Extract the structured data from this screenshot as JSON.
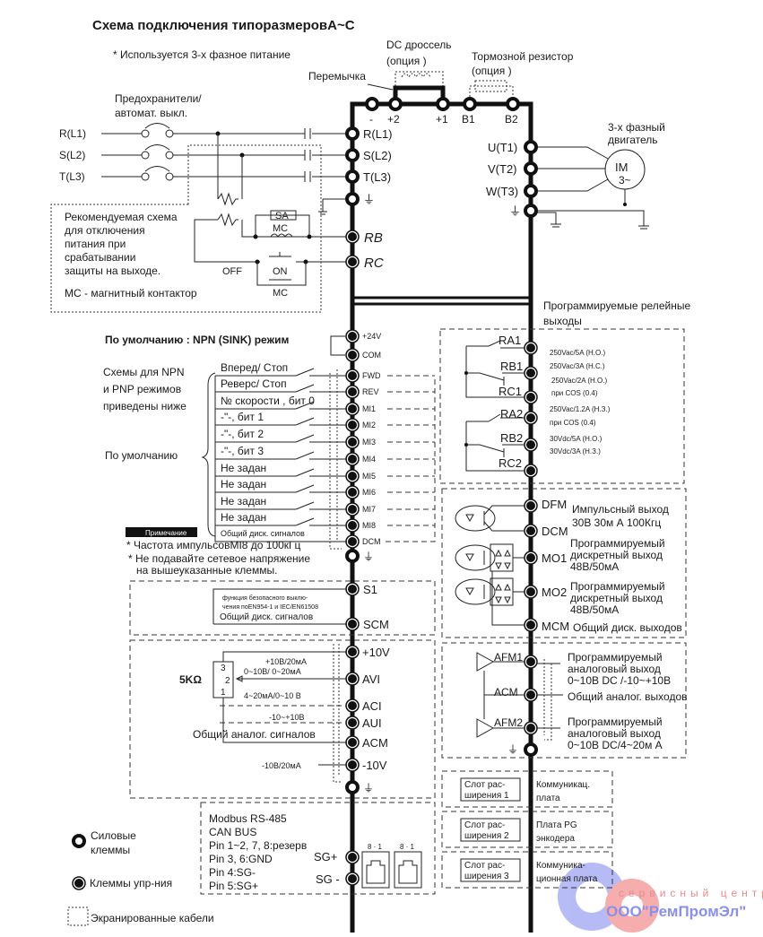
{
  "title": "Схема подключения типоразмеровA~C",
  "note_3phase": "* Используется 3-х фазное питание",
  "dc_choke": {
    "line1": "DC дроссель",
    "line2": "(опция )"
  },
  "brake_resistor": {
    "line1": "Тормозной резистор",
    "line2": "(опция )"
  },
  "jumper_label": "Перемычка",
  "fuse_label": {
    "line1": "Предохранители/",
    "line2": "автомат. выкл."
  },
  "supply_lines": [
    "R(L1)",
    "S(L2)",
    "T(L3)"
  ],
  "dc_terminals": [
    "-",
    "+2",
    "+1",
    "B1",
    "B2"
  ],
  "input_terminals": [
    "R(L1)",
    "S(L2)",
    "T(L3)",
    "⏚"
  ],
  "rb_rc": [
    "RB",
    "RC"
  ],
  "motor": {
    "label1": "3-х фазный",
    "label2": "двигатель",
    "im": "IM",
    "phase": "3~",
    "terminals": [
      "U(T1)",
      "V(T2)",
      "W(T3)",
      "⏚"
    ]
  },
  "protection_box": {
    "lines": [
      "Рекомендуемая схема",
      "для отключения",
      "питания при",
      "срабатывании",
      "защиты на выходе."
    ],
    "mc_note": "МС - магнитный контактор",
    "sa": "SA",
    "mc": "MC",
    "off": "OFF",
    "on": "ON",
    "mc2": "MC"
  },
  "npn_default": "По умолчанию : NPN (SINK) режим",
  "npn_pnp_note": [
    "Схемы для NPN",
    "и PNP режимов",
    "приведены ниже"
  ],
  "default_label": "По умолчанию",
  "power_24v": [
    "+24V",
    "COM"
  ],
  "digital_inputs": [
    {
      "terminal": "FWD",
      "function": "Вперед/ Стоп"
    },
    {
      "terminal": "REV",
      "function": "Реверс/ Стоп"
    },
    {
      "terminal": "MI1",
      "function": "№ скорости , бит 0"
    },
    {
      "terminal": "MI2",
      "function": "-\"-, бит 1"
    },
    {
      "terminal": "MI3",
      "function": "-\"-, бит 2"
    },
    {
      "terminal": "MI4",
      "function": "-\"-, бит 3"
    },
    {
      "terminal": "MI5",
      "function": "Не задан"
    },
    {
      "terminal": "MI6",
      "function": "Не задан"
    },
    {
      "terminal": "MI7",
      "function": "Не задан"
    },
    {
      "terminal": "MI8",
      "function": "Не задан"
    }
  ],
  "dcm": {
    "terminal": "DCM",
    "label": "Общий диск. сигналов"
  },
  "note_badge": "Примечание",
  "notes": [
    "* Частота импульсовMI8 до 100кГц",
    "* Не подавайте сетевое напряжение",
    "на вышеуказанные клеммы."
  ],
  "safety": {
    "s1": "S1",
    "scm": "SCM",
    "line1": "функция безопасного выклю-",
    "line2": "чения поEN954-1 и IEC/EN61508",
    "common": "Общий диск. сигналов"
  },
  "analog_inputs": {
    "pot": "5KΩ",
    "pins": [
      "3",
      "2",
      "1"
    ],
    "terminals": [
      "+10V",
      "AVI",
      "ACI",
      "AUI",
      "ACM",
      "-10V"
    ],
    "labels": [
      "+10В/20мА",
      "0~10В/ 0~20мА",
      "4~20мА/0~10 В",
      "-10~+10В",
      "Общий аналог. сигналов",
      "-10В/20мА"
    ]
  },
  "relay_title": [
    "Программируемые релейные",
    "выходы"
  ],
  "relays": [
    "RA1",
    "RB1",
    "RC1",
    "RA2",
    "RB2",
    "RC2"
  ],
  "relay_ratings": [
    "250Vac/5A (Н.О.)",
    "250Vac/3A (Н.С.)",
    "250Vac/2A (Н.О.)",
    "при COS (0.4)",
    "250Vac/1.2A (Н.З.)",
    "при COS (0.4)",
    "30Vdc/5A (Н.О.)",
    "30Vdc/3A (Н.З.)"
  ],
  "digital_outputs": {
    "terminals": [
      "DFM",
      "DCM",
      "MO1",
      "MO2",
      "MCM"
    ],
    "dfm_desc": [
      "Импульсный выход",
      "30В 30м А 100Кгц"
    ],
    "mo1_desc": [
      "Программируемый",
      "дискретный выход",
      "48В/50мА"
    ],
    "mo2_desc": [
      "Программируемый",
      "дискретный выход",
      "48В/50мА"
    ],
    "mcm_desc": "Общий диск. выходов"
  },
  "analog_outputs": {
    "terminals": [
      "AFM1",
      "ACM",
      "AFM2"
    ],
    "afm1_desc": [
      "Программируемый",
      "аналоговый выход",
      "0~10В DC /-10~+10В"
    ],
    "acm_desc": "Общий аналог. выходов",
    "afm2_desc": [
      "Программируемый",
      "аналоговый выход",
      "0~10В DC/4~20м А"
    ]
  },
  "slots": [
    {
      "name": [
        "Слот рас-",
        "ширения 1"
      ],
      "desc": [
        "Коммуникац.",
        "плата"
      ]
    },
    {
      "name": [
        "Слот рас-",
        "ширения 2"
      ],
      "desc": [
        "Плата PG",
        "энкодера"
      ]
    },
    {
      "name": [
        "Слот рас-",
        "ширения 3"
      ],
      "desc": [
        "Коммуника-",
        "ционная плата"
      ]
    }
  ],
  "comm": {
    "lines": [
      "Modbus RS-485",
      "CAN BUS",
      "Pin 1~2, 7, 8:резерв",
      "Pin 3, 6:GND",
      "Pin 4:SG-",
      "Pin 5:SG+"
    ],
    "sg_plus": "SG+",
    "sg_minus": "SG -",
    "rj_label": "8 · 1"
  },
  "legend": {
    "power": [
      "Силовые",
      "клеммы"
    ],
    "control": "Клеммы упр-ния",
    "shielded": "Экранированные кабели"
  },
  "watermark": {
    "line1": "сервисный центр",
    "line2": "ООО\"РемПромЭл\""
  }
}
